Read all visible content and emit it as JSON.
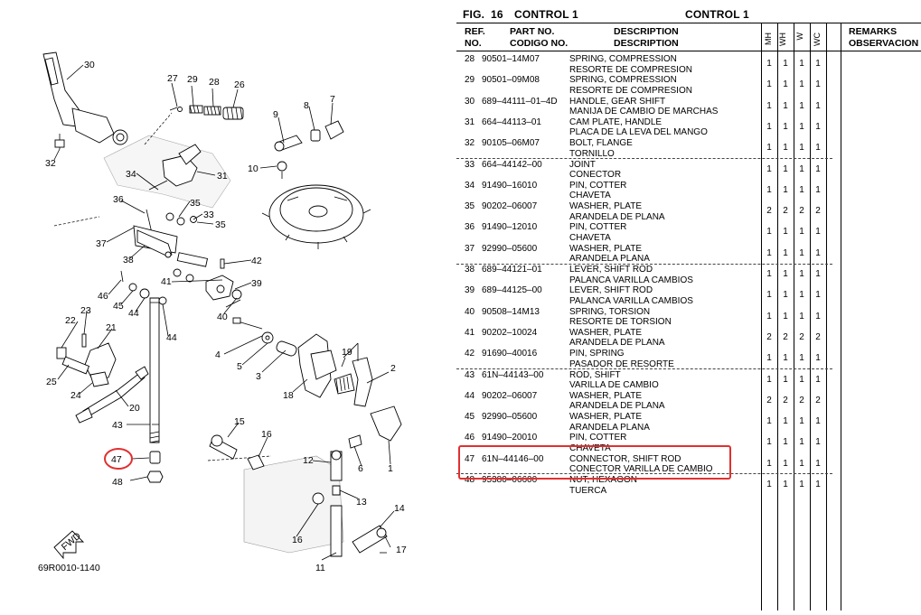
{
  "diagram": {
    "figure_code": "69R0010-1140",
    "fwd_label": "FWD",
    "callouts": [
      "30",
      "32",
      "27",
      "29",
      "28",
      "26",
      "34",
      "31",
      "36",
      "35",
      "33",
      "35",
      "37",
      "38",
      "46",
      "45",
      "44",
      "41",
      "42",
      "39",
      "40",
      "22",
      "23",
      "21",
      "25",
      "24",
      "20",
      "43",
      "44",
      "47",
      "48",
      "15",
      "16",
      "12",
      "6",
      "13",
      "14",
      "17",
      "11",
      "16",
      "9",
      "8",
      "7",
      "10",
      "19",
      "2",
      "18",
      "1",
      "3",
      "4",
      "5"
    ],
    "highlighted_ref": "47"
  },
  "table": {
    "fig_label": "FIG.",
    "fig_number": "16",
    "fig_title": "CONTROL 1",
    "fig_title_right": "CONTROL 1",
    "headers": {
      "ref1": "REF.",
      "ref2": "NO.",
      "part1": "PART NO.",
      "part2": "CODIGO NO.",
      "desc1": "DESCRIPTION",
      "desc2": "DESCRIPTION",
      "cols": [
        "MH",
        "WH",
        "W",
        "WC"
      ],
      "remarks1": "REMARKS",
      "remarks2": "OBSERVACION"
    },
    "rows": [
      {
        "ref": "28",
        "part": "90501–14M07",
        "d1": "SPRING, COMPRESSION",
        "d2": "RESORTE  DE COMPRESION",
        "q": [
          "1",
          "1",
          "1",
          "1"
        ]
      },
      {
        "ref": "29",
        "part": "90501–09M08",
        "d1": "SPRING, COMPRESSION",
        "d2": "RESORTE  DE COMPRESION",
        "q": [
          "1",
          "1",
          "1",
          "1"
        ]
      },
      {
        "ref": "30",
        "part": "689–44111–01–4D",
        "d1": "HANDLE, GEAR SHIFT",
        "d2": "MANIJA DE CAMBIO DE MARCHAS",
        "q": [
          "1",
          "1",
          "1",
          "1"
        ]
      },
      {
        "ref": "31",
        "part": "664–44113–01",
        "d1": "CAM PLATE, HANDLE",
        "d2": "PLACA DE LA LEVA DEL MANGO",
        "q": [
          "1",
          "1",
          "1",
          "1"
        ]
      },
      {
        "ref": "32",
        "part": "90105–06M07",
        "d1": "BOLT, FLANGE",
        "d2": "TORNILLO",
        "q": [
          "1",
          "1",
          "1",
          "1"
        ]
      },
      {
        "ref": "33",
        "part": "664–44142–00",
        "d1": "JOINT",
        "d2": "CONECTOR",
        "q": [
          "1",
          "1",
          "1",
          "1"
        ]
      },
      {
        "ref": "34",
        "part": "91490–16010",
        "d1": "PIN, COTTER",
        "d2": "CHAVETA",
        "q": [
          "1",
          "1",
          "1",
          "1"
        ]
      },
      {
        "ref": "35",
        "part": "90202–06007",
        "d1": "WASHER, PLATE",
        "d2": "ARANDELA  DE PLANA",
        "q": [
          "2",
          "2",
          "2",
          "2"
        ]
      },
      {
        "ref": "36",
        "part": "91490–12010",
        "d1": "PIN, COTTER",
        "d2": "CHAVETA",
        "q": [
          "1",
          "1",
          "1",
          "1"
        ]
      },
      {
        "ref": "37",
        "part": "92990–05600",
        "d1": "WASHER, PLATE",
        "d2": "ARANDELA PLANA",
        "q": [
          "1",
          "1",
          "1",
          "1"
        ]
      },
      {
        "ref": "38",
        "part": "689–44121–01",
        "d1": "LEVER, SHIFT ROD",
        "d2": "PALANCA  VARILLA CAMBIOS",
        "q": [
          "1",
          "1",
          "1",
          "1"
        ]
      },
      {
        "ref": "39",
        "part": "689–44125–00",
        "d1": "LEVER, SHIFT ROD",
        "d2": "PALANCA  VARILLA CAMBIOS",
        "q": [
          "1",
          "1",
          "1",
          "1"
        ]
      },
      {
        "ref": "40",
        "part": "90508–14M13",
        "d1": "SPRING, TORSION",
        "d2": "RESORTE  DE TORSION",
        "q": [
          "1",
          "1",
          "1",
          "1"
        ]
      },
      {
        "ref": "41",
        "part": "90202–10024",
        "d1": "WASHER, PLATE",
        "d2": "ARANDELA  DE PLANA",
        "q": [
          "2",
          "2",
          "2",
          "2"
        ]
      },
      {
        "ref": "42",
        "part": "91690–40016",
        "d1": "PIN, SPRING",
        "d2": "PASADOR DE RESORTE",
        "q": [
          "1",
          "1",
          "1",
          "1"
        ]
      },
      {
        "ref": "43",
        "part": "61N–44143–00",
        "d1": "ROD, SHIFT",
        "d2": "VARILLA DE CAMBIO",
        "q": [
          "1",
          "1",
          "1",
          "1"
        ]
      },
      {
        "ref": "44",
        "part": "90202–06007",
        "d1": "WASHER, PLATE",
        "d2": "ARANDELA  DE PLANA",
        "q": [
          "2",
          "2",
          "2",
          "2"
        ]
      },
      {
        "ref": "45",
        "part": "92990–05600",
        "d1": "WASHER, PLATE",
        "d2": "ARANDELA PLANA",
        "q": [
          "1",
          "1",
          "1",
          "1"
        ]
      },
      {
        "ref": "46",
        "part": "91490–20010",
        "d1": "PIN, COTTER",
        "d2": "CHAVETA",
        "q": [
          "1",
          "1",
          "1",
          "1"
        ]
      },
      {
        "ref": "47",
        "part": "61N–44146–00",
        "d1": "CONNECTOR, SHIFT ROD",
        "d2": "CONECTOR VARILLA DE CAMBIO",
        "q": [
          "1",
          "1",
          "1",
          "1"
        ]
      },
      {
        "ref": "48",
        "part": "95380–06600",
        "d1": "NUT, HEXAGON",
        "d2": "TUERCA",
        "q": [
          "1",
          "1",
          "1",
          "1"
        ]
      }
    ]
  },
  "colors": {
    "highlight": "#e03030",
    "ink": "#000000"
  }
}
